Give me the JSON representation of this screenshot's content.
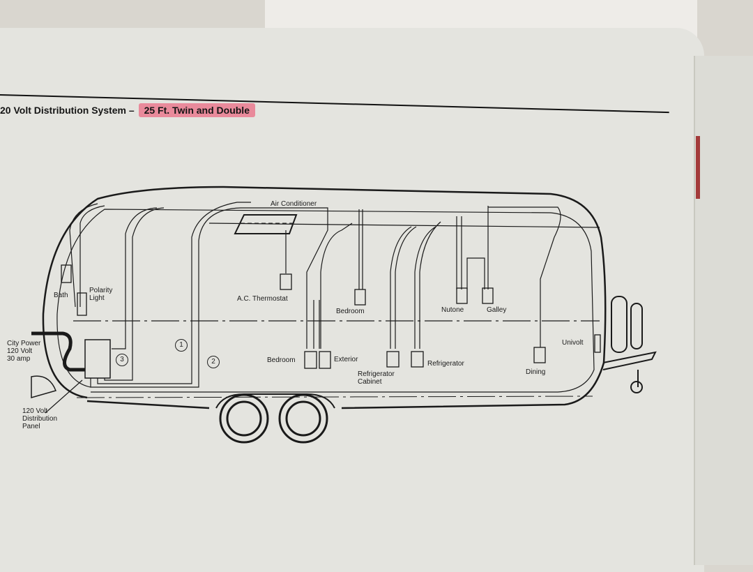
{
  "header": {
    "title": "20 Volt Distribution System",
    "dash": "–",
    "subtitle": "25 Ft. Twin and Double",
    "highlight_color": "#e98a9b"
  },
  "labels": {
    "air_conditioner": "Air Conditioner",
    "bath": "Bath",
    "polarity_light": [
      "Polarity",
      "Light"
    ],
    "ac_thermostat": "A.C. Thermostat",
    "bedroom_top": "Bedroom",
    "nutone": "Nutone",
    "galley": "Galley",
    "city_power": [
      "City Power",
      "120 Volt",
      "30 amp"
    ],
    "distribution_panel": [
      "120 Volt",
      "Distribution",
      "Panel"
    ],
    "bedroom_bottom": "Bedroom",
    "exterior": "Exterior",
    "refrigerator_cabinet": [
      "Refrigerator",
      "Cabinet"
    ],
    "refrigerator": "Refrigerator",
    "univolt": "Univolt",
    "dining": "Dining"
  },
  "circuits": [
    "1",
    "2",
    "3"
  ]
}
